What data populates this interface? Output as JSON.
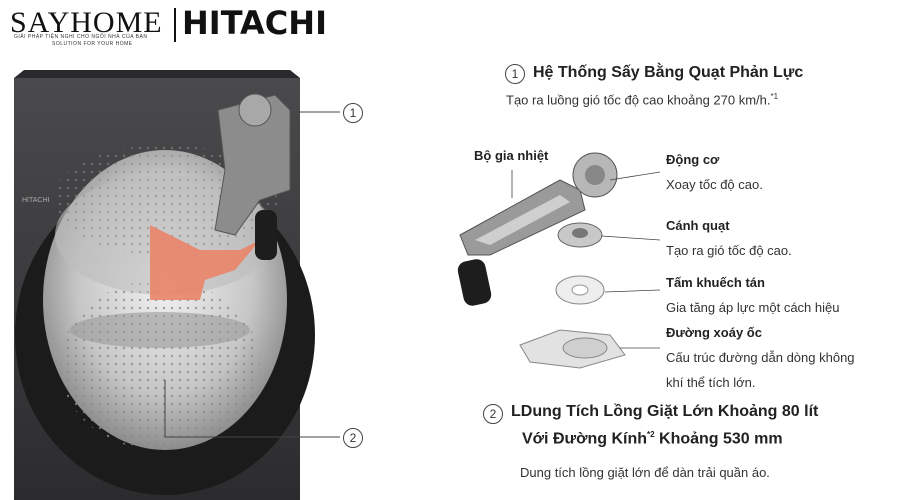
{
  "logo": {
    "sayhome": "SAYHOME",
    "hitachi": "HITACHI",
    "tagline_1": "GIẢI PHÁP TIỆN NGHI CHO NGÔI NHÀ CỦA BẠN",
    "tagline_2": "SOLUTION FOR YOUR HOME"
  },
  "machine": {
    "brand": "HITACHI",
    "callout_1": "1",
    "callout_2": "2"
  },
  "feature_1": {
    "number": "1",
    "title": "Hệ Thống Sấy Bằng Quạt Phản Lực",
    "subtitle": "Tạo ra luồng gió tốc độ cao khoảng 270 km/h.",
    "subtitle_note": "*1"
  },
  "components": {
    "heater_label": "Bộ gia nhiệt",
    "motor_title": "Động cơ",
    "motor_desc": "Xoay tốc độ cao.",
    "fan_title": "Cánh quạt",
    "fan_desc": "Tạo ra gió tốc độ cao.",
    "diffuser_title": "Tấm khuếch tán",
    "diffuser_desc": "Gia tăng áp lực một cách hiệu",
    "scroll_title": "Đường xoáy ốc",
    "scroll_desc_1": "Cấu trúc đường dẫn dòng không",
    "scroll_desc_2": "khí thể tích lớn."
  },
  "feature_2": {
    "number": "2",
    "title_line1": "LDung Tích Lồng Giặt Lớn Khoảng 80 lít",
    "title_line2_a": "Với Đường Kính",
    "title_line2_note": "*2",
    "title_line2_b": "Khoảng 530 mm",
    "desc": "Dung tích lồng giặt lớn để dàn trải quần áo."
  },
  "colors": {
    "body": "#3a3a3c",
    "arrow": "#e9876a",
    "drum": "#c9c9c9",
    "text": "#222222"
  }
}
